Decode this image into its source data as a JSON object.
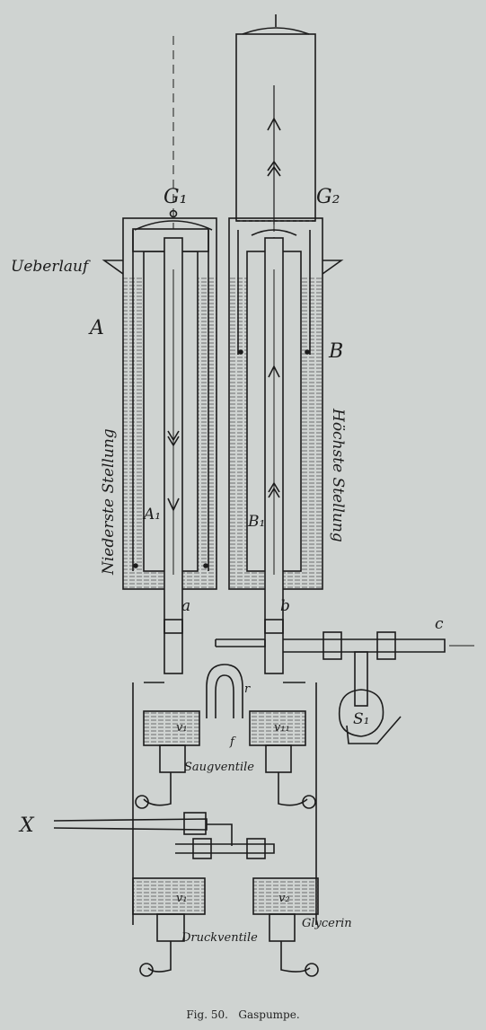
{
  "labels": {
    "g1": "G₁",
    "g2": "G₂",
    "ueberlauf": "Ueberlauf",
    "a_vessel": "A",
    "b_vessel": "B",
    "niederste": "Niederste Stellung",
    "hoechste": "Höchste Stellung",
    "a1": "A₁",
    "b1": "B₁",
    "a": "a",
    "b": "b",
    "c": "c",
    "r": "r",
    "f": "f",
    "s1": "S₁",
    "v1_top": "v₁",
    "v11_top": "v₁₁",
    "saugventile": "Saugventile",
    "x": "X",
    "v1_bottom": "v₁",
    "v2_bottom": "v₂",
    "druckventile": "Druckventile",
    "glycerin": "Glycerin"
  },
  "caption": {
    "fig": "Fig. 50.",
    "title": "Gaspumpe."
  },
  "colors": {
    "paper": "#cfd3d1",
    "ink": "#1c1c1c",
    "liquid": "#b9bdbb"
  }
}
